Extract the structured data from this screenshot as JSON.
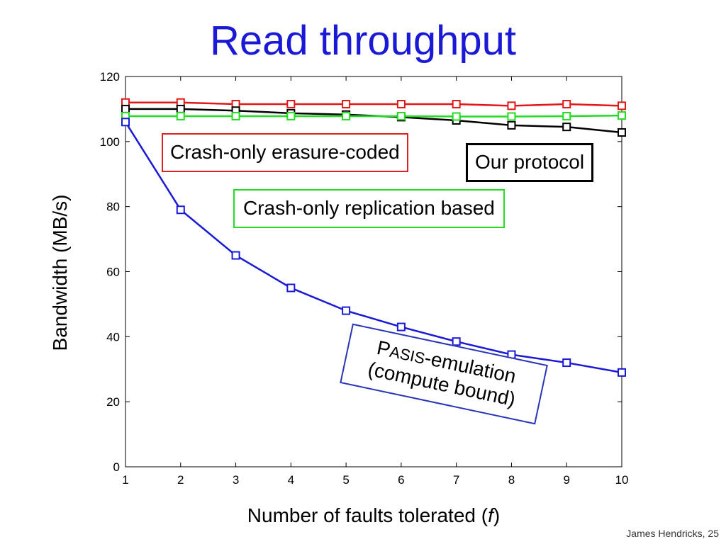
{
  "slide": {
    "title": "Read throughput",
    "footer": "James Hendricks, 25"
  },
  "callouts": {
    "erasure": "Crash-only erasure-coded",
    "protocol": "Our protocol",
    "replication": "Crash-only replication based",
    "pasis_p": "P",
    "pasis_smallcaps": "ASIS",
    "pasis_rest": "-emulation",
    "pasis_line2": "(compute bound)"
  },
  "chart_data": {
    "type": "line",
    "xlabel_prefix": "Number of faults tolerated (",
    "xlabel_var": "f",
    "xlabel_suffix": ")",
    "ylabel": "Bandwidth (MB/s)",
    "x": [
      1,
      2,
      3,
      4,
      5,
      6,
      7,
      8,
      9,
      10
    ],
    "xlim": [
      1,
      10
    ],
    "ylim": [
      0,
      120
    ],
    "yticks": [
      0,
      20,
      40,
      60,
      80,
      100,
      120
    ],
    "grid": false,
    "marker": "square",
    "series": [
      {
        "name": "Crash-only erasure-coded",
        "color": "#e01818",
        "values": [
          112,
          112,
          111.5,
          111.5,
          111.5,
          111.5,
          111.5,
          111,
          111.5,
          111
        ]
      },
      {
        "name": "Our protocol",
        "color": "#000000",
        "values": [
          110,
          110,
          109.5,
          108.7,
          108.3,
          107.5,
          106.5,
          105,
          104.5,
          102.8
        ]
      },
      {
        "name": "Crash-only replication based",
        "color": "#22dd22",
        "values": [
          107.8,
          107.8,
          107.8,
          107.8,
          107.8,
          107.8,
          107.7,
          107.7,
          107.8,
          108
        ]
      },
      {
        "name": "PASIS-emulation (compute bound)",
        "color": "#1a1ad6",
        "values": [
          106,
          79,
          65,
          55,
          48,
          43,
          38.5,
          34.5,
          32,
          29
        ]
      }
    ]
  }
}
